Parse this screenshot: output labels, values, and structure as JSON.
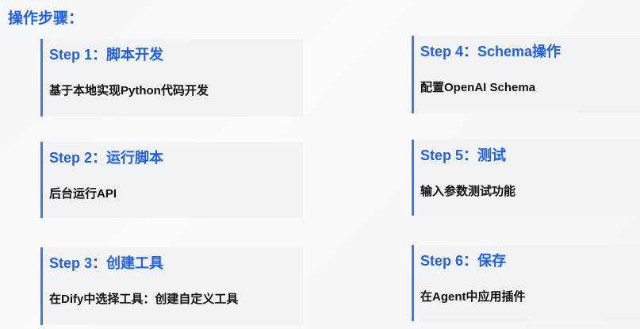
{
  "title": "操作步骤：",
  "steps": [
    {
      "title": "Step 1：脚本开发",
      "desc": "基于本地实现Python代码开发"
    },
    {
      "title": "Step 2：运行脚本",
      "desc": "后台运行API"
    },
    {
      "title": "Step 3：创建工具",
      "desc": "在Dify中选择工具：创建自定义工具"
    },
    {
      "title": "Step 4：Schema操作",
      "desc": "配置OpenAI Schema"
    },
    {
      "title": "Step 5：测试",
      "desc": "输入参数测试功能"
    },
    {
      "title": "Step 6：保存",
      "desc": "在Agent中应用插件"
    }
  ],
  "colors": {
    "accent": "#1f5ff0",
    "card": "#f2f3f5"
  }
}
